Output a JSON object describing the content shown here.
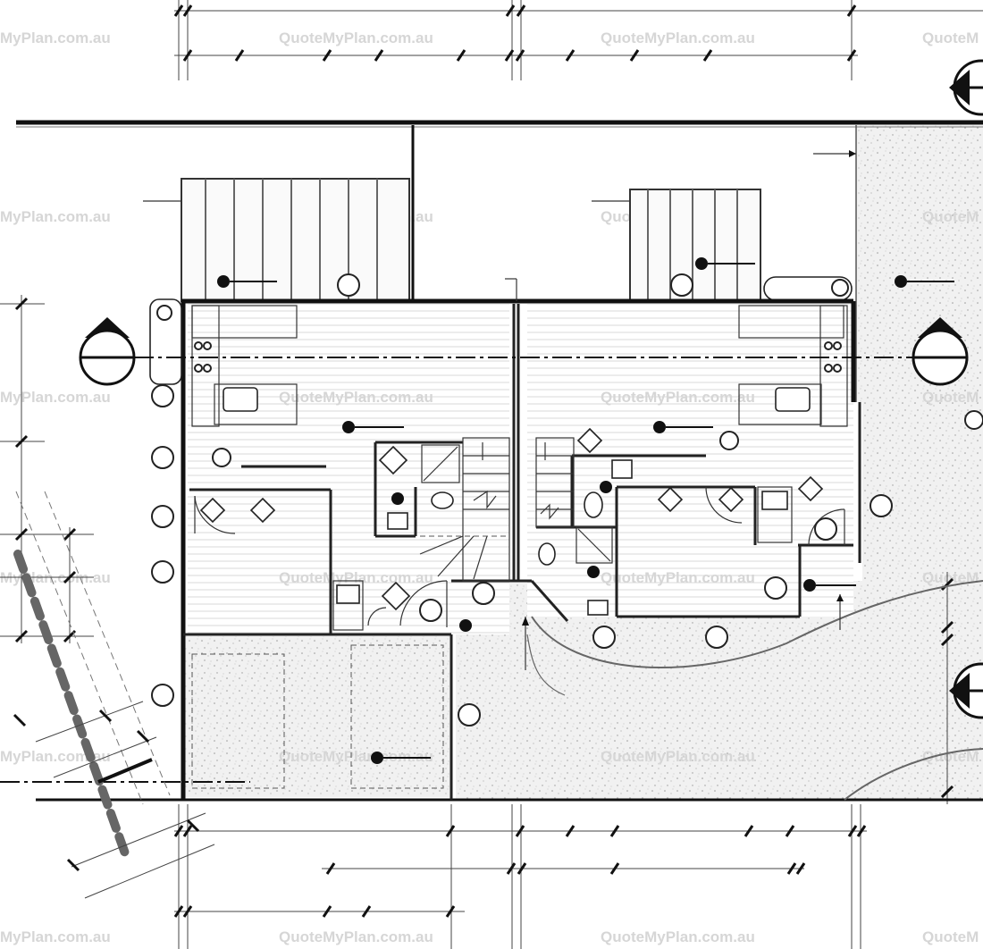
{
  "watermark": {
    "text": "QuoteMyPlan.com.au",
    "left_text": "MyPlan.com.au",
    "right_text": "QuoteM"
  },
  "colors": {
    "ink": "#111111",
    "paving": "#ededed",
    "watermark": "#d6d6d6",
    "background": "#ffffff"
  },
  "icons": [
    "section-marker-icon",
    "light-fitting-icon",
    "downlight-icon",
    "smoke-detector-icon",
    "stove-icon",
    "sink-icon",
    "toilet-icon",
    "stair-arrow-icon"
  ]
}
